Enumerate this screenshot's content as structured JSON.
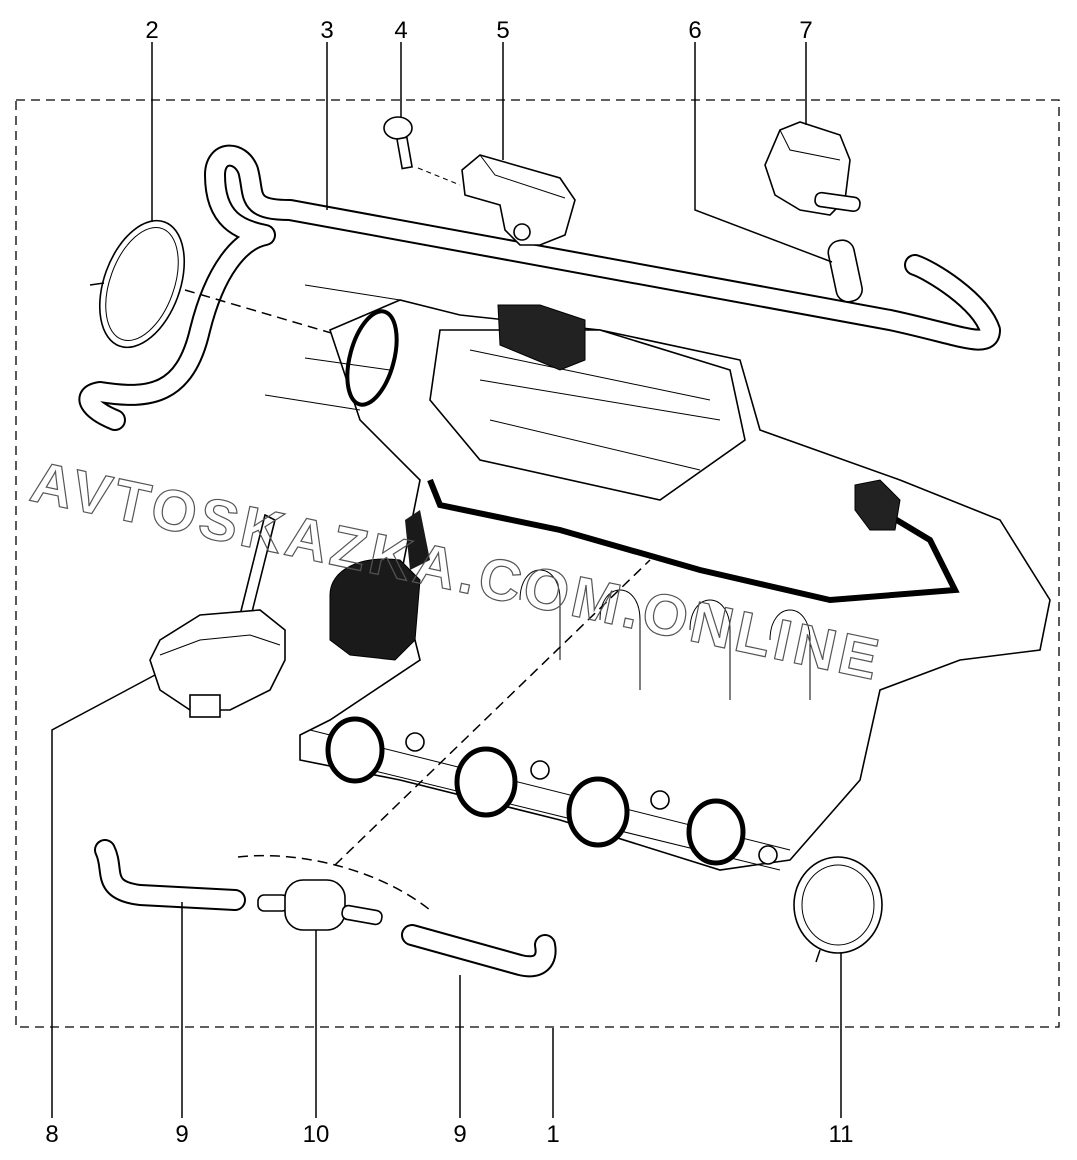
{
  "diagram": {
    "watermark": "AVTOSKAZKA.COM.ONLINE",
    "callouts_top": [
      "2",
      "3",
      "4",
      "5",
      "6",
      "7"
    ],
    "callouts_bottom": [
      "8",
      "9",
      "10",
      "9",
      "1",
      "11"
    ]
  }
}
